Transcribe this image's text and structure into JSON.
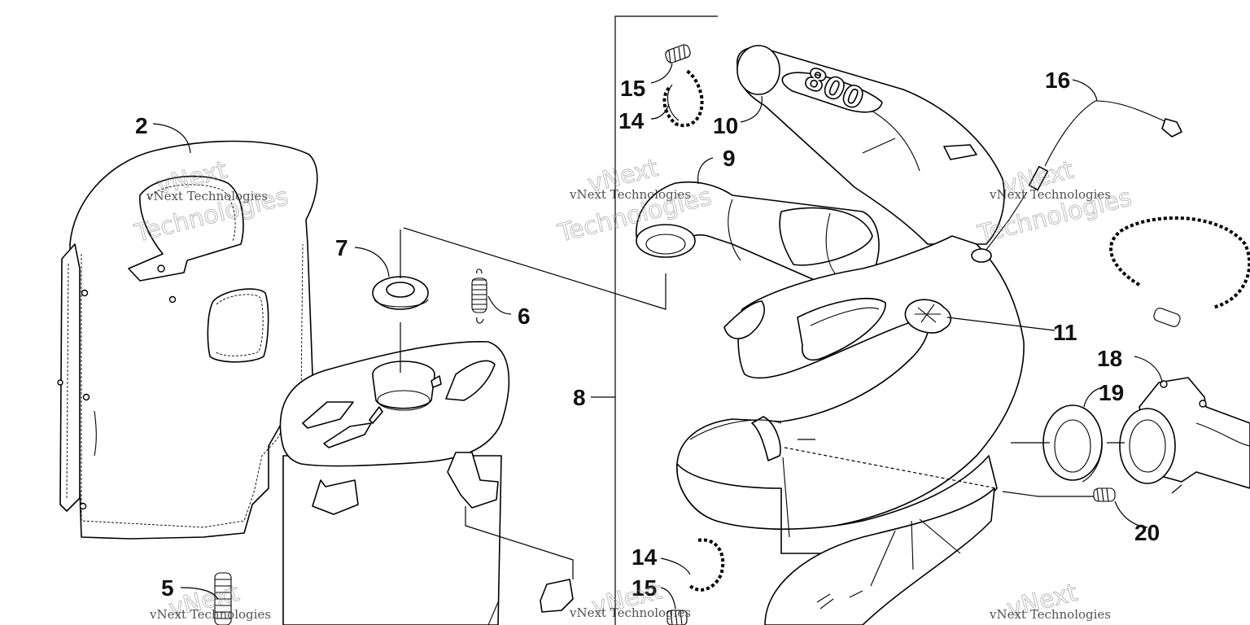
{
  "watermark": {
    "line1": "vNext Technologies",
    "line2": "vNext",
    "line3": "Technologies"
  },
  "emblem_text": "800",
  "callouts": [
    {
      "id": "2",
      "text": "2"
    },
    {
      "id": "5",
      "text": "5"
    },
    {
      "id": "6",
      "text": "6"
    },
    {
      "id": "7",
      "text": "7"
    },
    {
      "id": "8",
      "text": "8"
    },
    {
      "id": "9",
      "text": "9"
    },
    {
      "id": "10",
      "text": "10"
    },
    {
      "id": "11",
      "text": "11"
    },
    {
      "id": "14a",
      "text": "14"
    },
    {
      "id": "14b",
      "text": "14"
    },
    {
      "id": "15a",
      "text": "15"
    },
    {
      "id": "15b",
      "text": "15"
    },
    {
      "id": "16",
      "text": "16"
    },
    {
      "id": "18",
      "text": "18"
    },
    {
      "id": "19",
      "text": "19"
    },
    {
      "id": "20",
      "text": "20"
    }
  ]
}
